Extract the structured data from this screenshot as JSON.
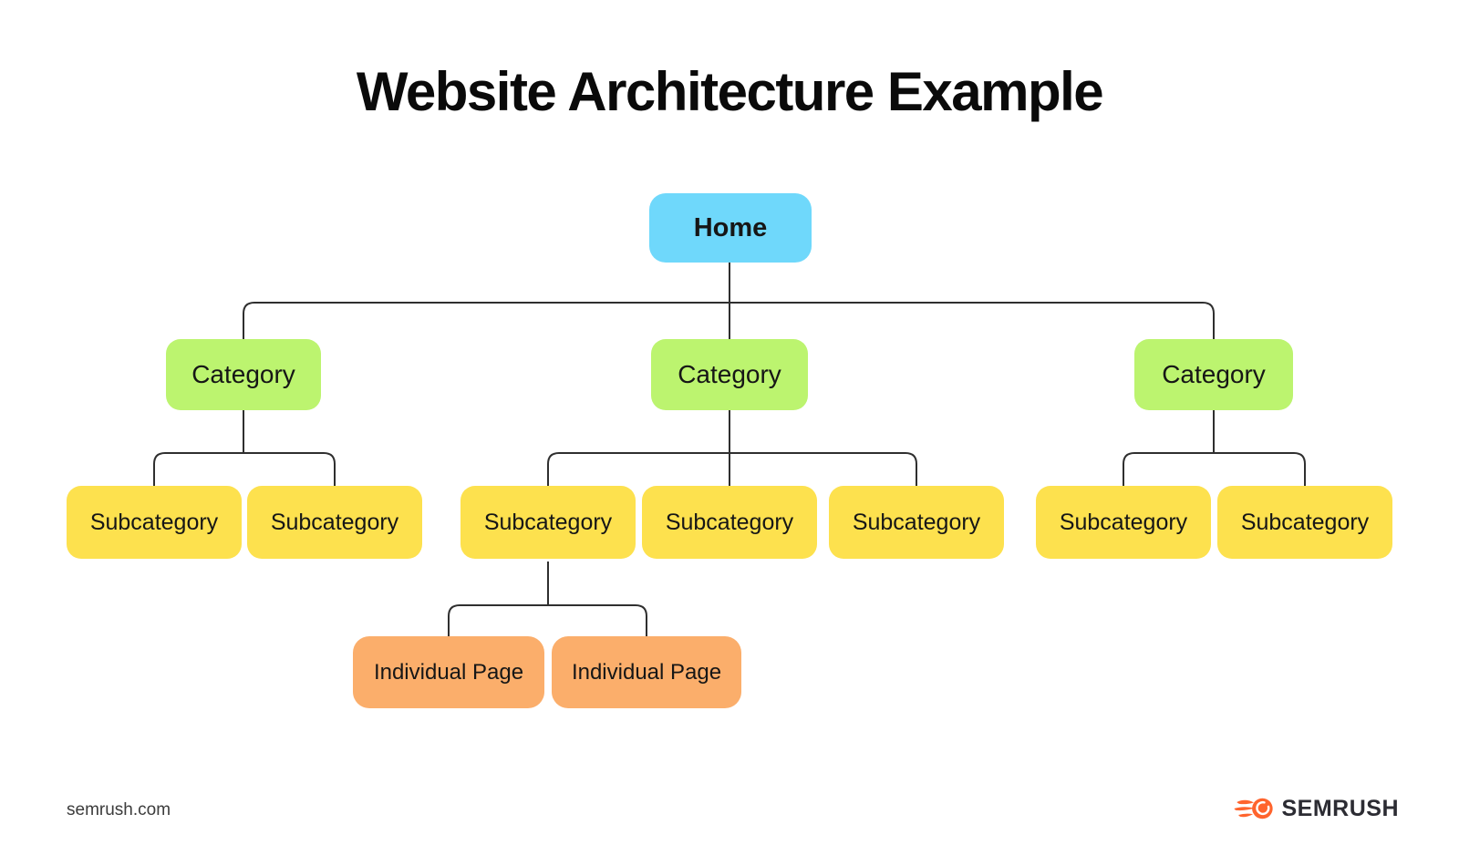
{
  "title": "Website Architecture Example",
  "diagram_type": "sitemap-tree",
  "levels": [
    "Home",
    "Category",
    "Subcategory",
    "Individual Page"
  ],
  "hierarchy": {
    "root": "Home",
    "children": [
      {
        "label": "Category",
        "children": [
          {
            "label": "Subcategory"
          },
          {
            "label": "Subcategory"
          }
        ]
      },
      {
        "label": "Category",
        "children": [
          {
            "label": "Subcategory",
            "children": [
              {
                "label": "Individual Page"
              },
              {
                "label": "Individual Page"
              }
            ]
          },
          {
            "label": "Subcategory"
          },
          {
            "label": "Subcategory"
          }
        ]
      },
      {
        "label": "Category",
        "children": [
          {
            "label": "Subcategory"
          },
          {
            "label": "Subcategory"
          }
        ]
      }
    ]
  },
  "colors": {
    "home_fill": "#6FD8FB",
    "category_fill": "#BCF46F",
    "subcategory_fill": "#FDE14E",
    "individual_fill": "#FBAE6B",
    "connector": "#2F2F2F",
    "brand_orange": "#FF642D"
  },
  "footer": {
    "source": "semrush.com",
    "brand": "SEMRUSH"
  }
}
